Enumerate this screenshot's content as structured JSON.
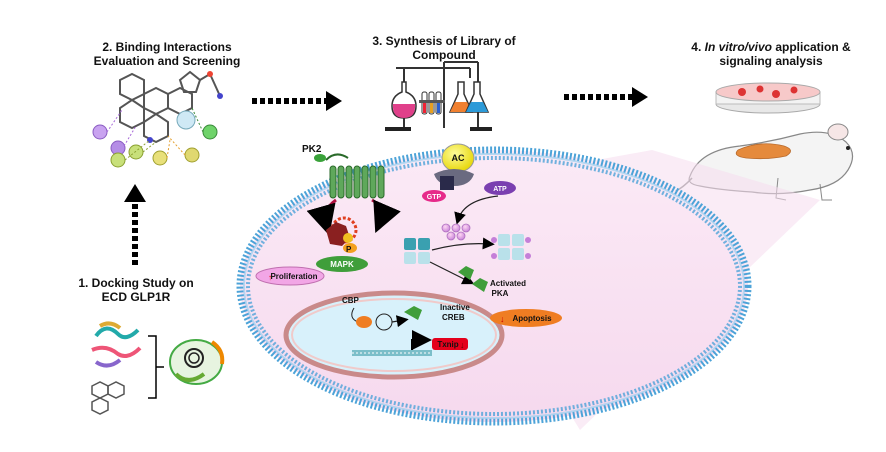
{
  "steps": {
    "step1_line1": "1.  Docking Study on",
    "step1_line2": "ECD GLP1R",
    "step2_line1": "2. Binding Interactions",
    "step2_line2": "Evaluation and Screening",
    "step3_line1": "3. Synthesis of Library of",
    "step3_line2": "Compound",
    "step4_prefix": "4. ",
    "step4_italic": "In vitro/vivo",
    "step4_suffix": " application &",
    "step4_line2": "signaling analysis"
  },
  "cell": {
    "pk2": "PK2",
    "p": "P",
    "mapk": "MAPK",
    "proliferation": "Proliferation",
    "ac": "AC",
    "gtp": "GTP",
    "atp": "ATP",
    "activated_pka_line1": "Activated",
    "activated_pka_line2": "PKA",
    "apoptosis": "Apoptosis",
    "cbp": "CBP",
    "inactive_creb_line1": "Inactive",
    "inactive_creb_line2": "CREB",
    "txnip": "Txnip"
  },
  "colors": {
    "membrane": "#4da3d8",
    "cell_fill": "#f9e6f3",
    "nucleus_fill": "#d8f1fb",
    "mapk": "#3f9e3a",
    "ac": "#f3e400",
    "gtp": "#e62a8a",
    "atp": "#7a3fb0",
    "apoptosis": "#ef7d22",
    "txnip": "#e3001b",
    "proliferation": "#f2a6e6",
    "receptor": "#3a8a3a"
  }
}
